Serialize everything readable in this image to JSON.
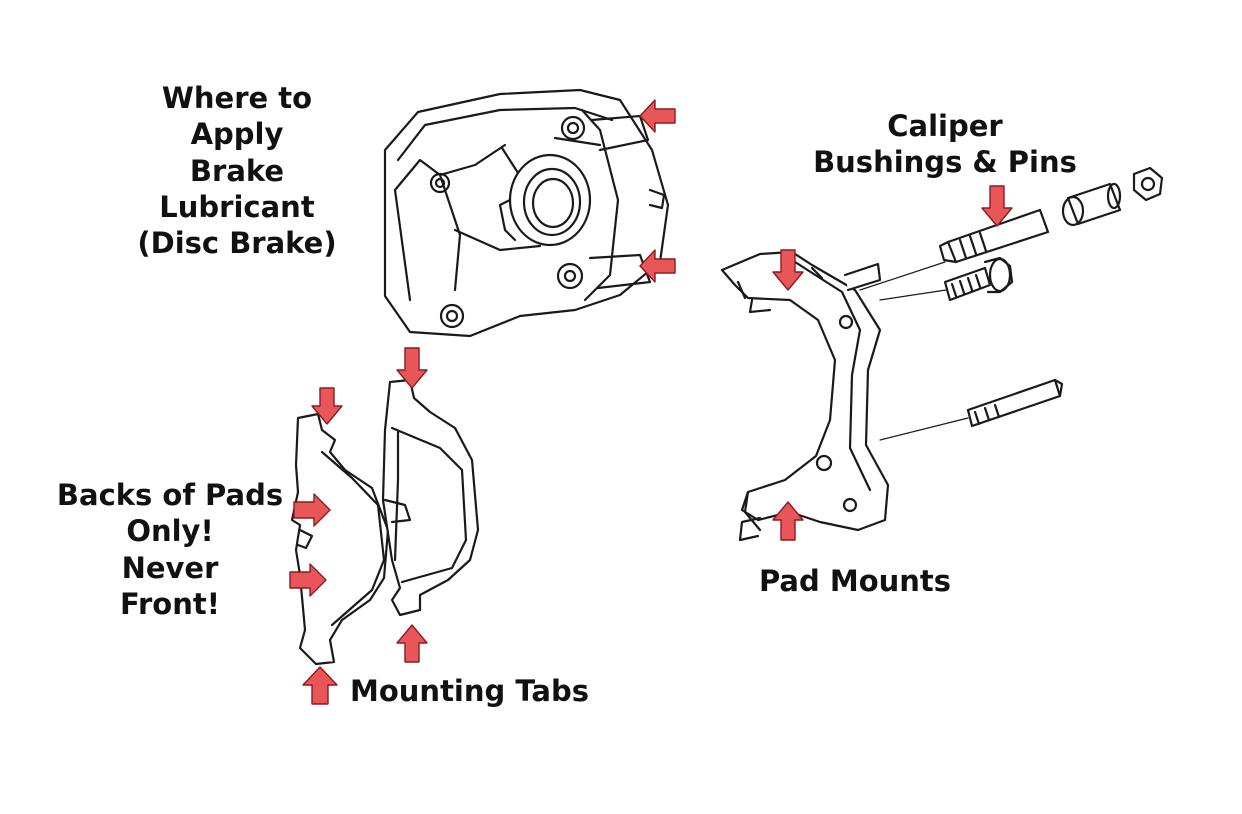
{
  "colors": {
    "arrow_fill": "#e8565a",
    "arrow_stroke": "#8a1d20",
    "line": "#1a1a1a",
    "background": "#ffffff"
  },
  "labels": {
    "apply": [
      "Where to",
      "Apply",
      "Brake",
      "Lubricant",
      "(Disc Brake)"
    ],
    "caliper": [
      "Caliper",
      "Bushings & Pins"
    ],
    "backs": [
      "Backs of Pads",
      "Only!",
      "Never",
      "Front!"
    ],
    "pad_mounts": "Pad Mounts",
    "mounting_tabs": "Mounting Tabs"
  }
}
